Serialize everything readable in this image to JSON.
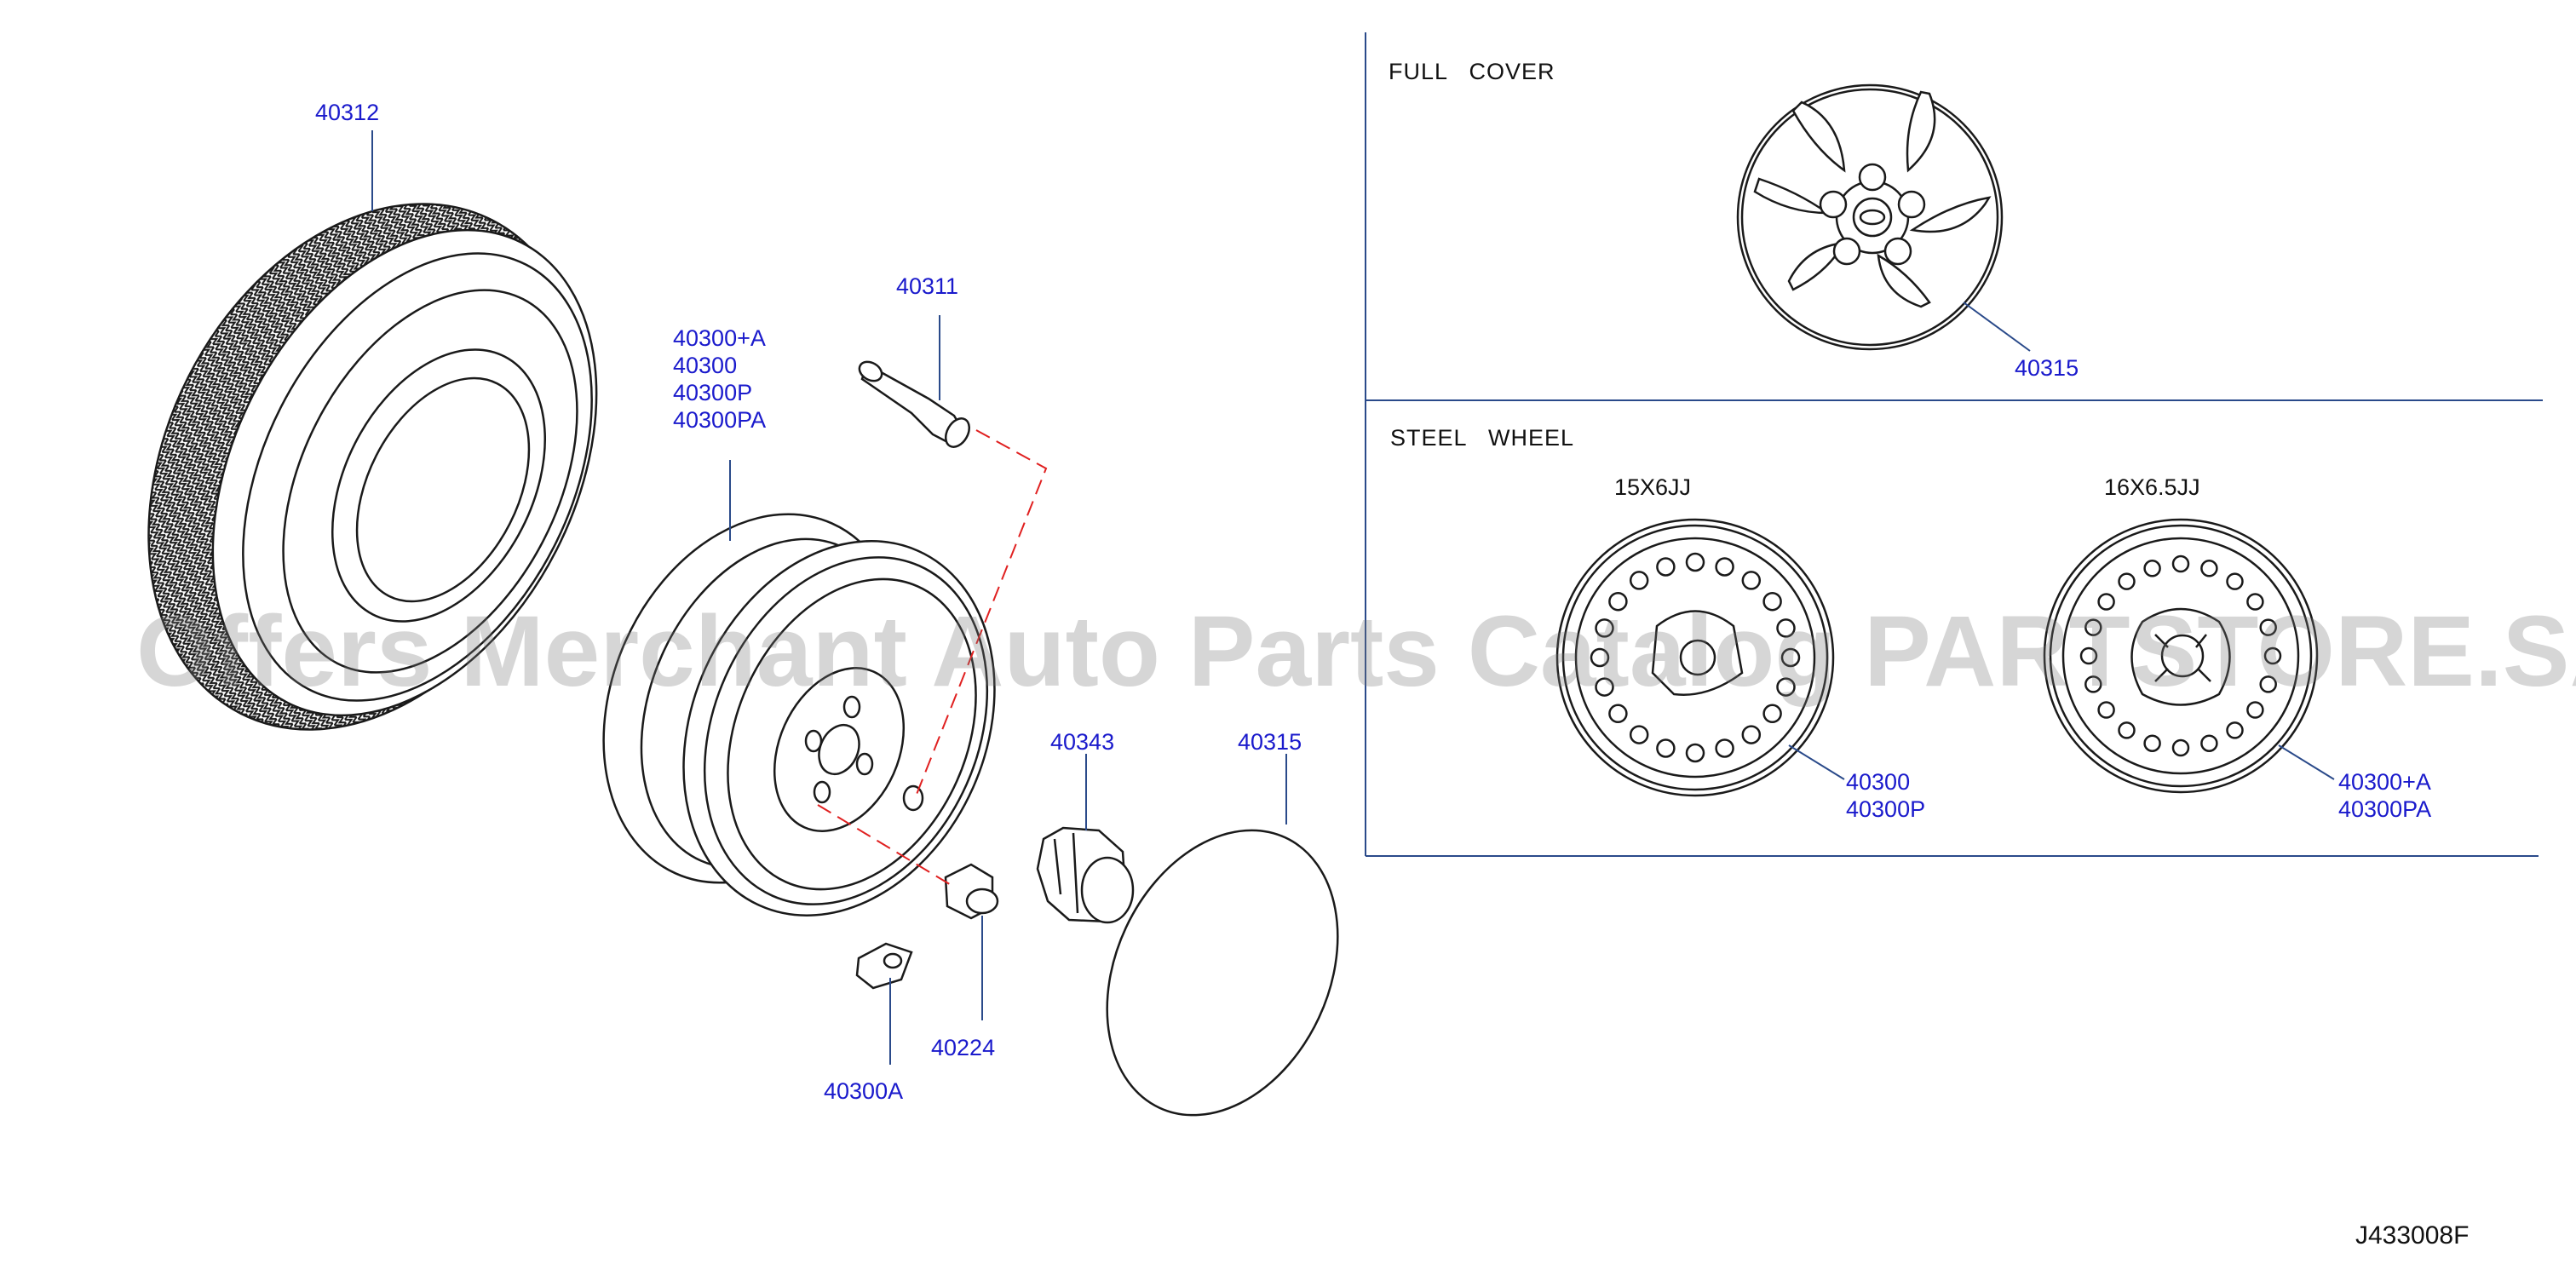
{
  "sections": {
    "full_cover": {
      "title": "FULL   COVER"
    },
    "steel_wheel": {
      "title": "STEEL   WHEEL",
      "size_a": "15X6JJ",
      "size_b": "16X6.5JJ"
    }
  },
  "labels": {
    "tire": "40312",
    "valve": "40311",
    "wheel": [
      "40300+A",
      "40300",
      "40300P",
      "40300PA"
    ],
    "cap_center": "40343",
    "cover_main": "40315",
    "cover_full": "40315",
    "nut": "40224",
    "weight": "40300A",
    "steel_a": [
      "40300",
      "40300P"
    ],
    "steel_b": [
      "40300+A",
      "40300PA"
    ]
  },
  "diagram_code": "J433008F",
  "watermark": "Offers Merchant Auto Parts Catalog PARTSTORE.SA",
  "colors": {
    "label": "#1a1acc",
    "line": "#1a1a1a",
    "leader": "#2a4a8a",
    "dash": "#e02020"
  }
}
